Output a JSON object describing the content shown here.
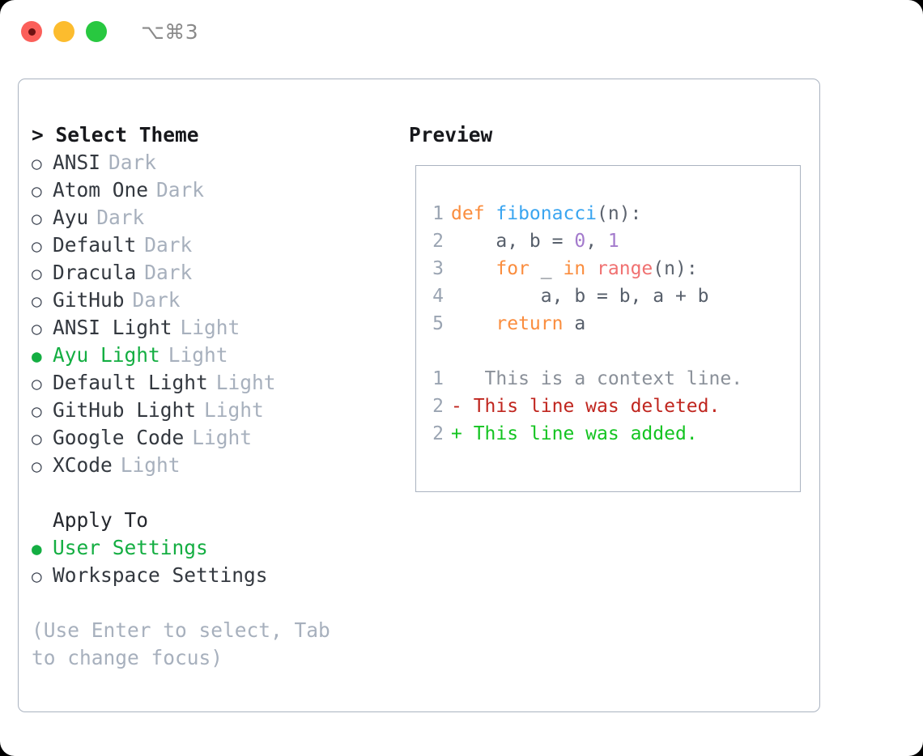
{
  "titlebar": {
    "shortcut": "⌥⌘3",
    "buttons": [
      {
        "name": "close",
        "color": "#fb5f5a"
      },
      {
        "name": "minimize",
        "color": "#fcbc2e"
      },
      {
        "name": "zoom",
        "color": "#28c840"
      }
    ]
  },
  "theme_selector": {
    "title": "> Select Theme",
    "options": [
      {
        "marker": "○",
        "label": "ANSI",
        "tag": "Dark",
        "selected": false
      },
      {
        "marker": "○",
        "label": "Atom One",
        "tag": "Dark",
        "selected": false
      },
      {
        "marker": "○",
        "label": "Ayu",
        "tag": "Dark",
        "selected": false
      },
      {
        "marker": "○",
        "label": "Default",
        "tag": "Dark",
        "selected": false
      },
      {
        "marker": "○",
        "label": "Dracula",
        "tag": "Dark",
        "selected": false
      },
      {
        "marker": "○",
        "label": "GitHub",
        "tag": "Dark",
        "selected": false
      },
      {
        "marker": "○",
        "label": "ANSI Light",
        "tag": "Light",
        "selected": false
      },
      {
        "marker": "●",
        "label": "Ayu Light",
        "tag": "Light",
        "selected": true
      },
      {
        "marker": "○",
        "label": "Default Light",
        "tag": "Light",
        "selected": false
      },
      {
        "marker": "○",
        "label": "GitHub Light",
        "tag": "Light",
        "selected": false
      },
      {
        "marker": "○",
        "label": "Google Code",
        "tag": "Light",
        "selected": false
      },
      {
        "marker": "○",
        "label": "XCode",
        "tag": "Light",
        "selected": false
      }
    ]
  },
  "apply_to": {
    "title": "Apply To",
    "options": [
      {
        "marker": "●",
        "label": "User Settings",
        "selected": true
      },
      {
        "marker": "○",
        "label": "Workspace Settings",
        "selected": false
      }
    ]
  },
  "hint": "(Use Enter to select, Tab to change focus)",
  "preview": {
    "title": "Preview",
    "code_lines": [
      {
        "number": "1",
        "tokens": [
          {
            "text": "def ",
            "type": "kw"
          },
          {
            "text": "fibonacci",
            "type": "fn"
          },
          {
            "text": "(n):",
            "type": "punct"
          }
        ]
      },
      {
        "number": "2",
        "tokens": [
          {
            "text": "    a, b = ",
            "type": "plain"
          },
          {
            "text": "0",
            "type": "num"
          },
          {
            "text": ", ",
            "type": "plain"
          },
          {
            "text": "1",
            "type": "num"
          }
        ]
      },
      {
        "number": "3",
        "tokens": [
          {
            "text": "    ",
            "type": "plain"
          },
          {
            "text": "for",
            "type": "kw"
          },
          {
            "text": " _ ",
            "type": "plain"
          },
          {
            "text": "in",
            "type": "kw"
          },
          {
            "text": " ",
            "type": "plain"
          },
          {
            "text": "range",
            "type": "call"
          },
          {
            "text": "(n):",
            "type": "punct"
          }
        ]
      },
      {
        "number": "4",
        "tokens": [
          {
            "text": "        a, b = b, a + b",
            "type": "plain"
          }
        ]
      },
      {
        "number": "5",
        "tokens": [
          {
            "text": "    ",
            "type": "plain"
          },
          {
            "text": "return",
            "type": "kw"
          },
          {
            "text": " a",
            "type": "plain"
          }
        ]
      }
    ],
    "diff_lines": [
      {
        "number": "1",
        "sign": " ",
        "text": "  This is a context line.",
        "type": "context"
      },
      {
        "number": "2",
        "sign": "-",
        "text": " This line was deleted.",
        "type": "deleted"
      },
      {
        "number": "2",
        "sign": "+",
        "text": " This line was added.",
        "type": "added"
      }
    ]
  },
  "colors": {
    "accent_green": "#14ae42",
    "muted": "#a7b0bd",
    "border": "#aab3c0",
    "keyword": "#fa8d3e",
    "function": "#3aa5f0",
    "call": "#f07171",
    "number": "#a37acc",
    "diff_deleted": "#c0261f",
    "diff_added": "#14c421"
  }
}
